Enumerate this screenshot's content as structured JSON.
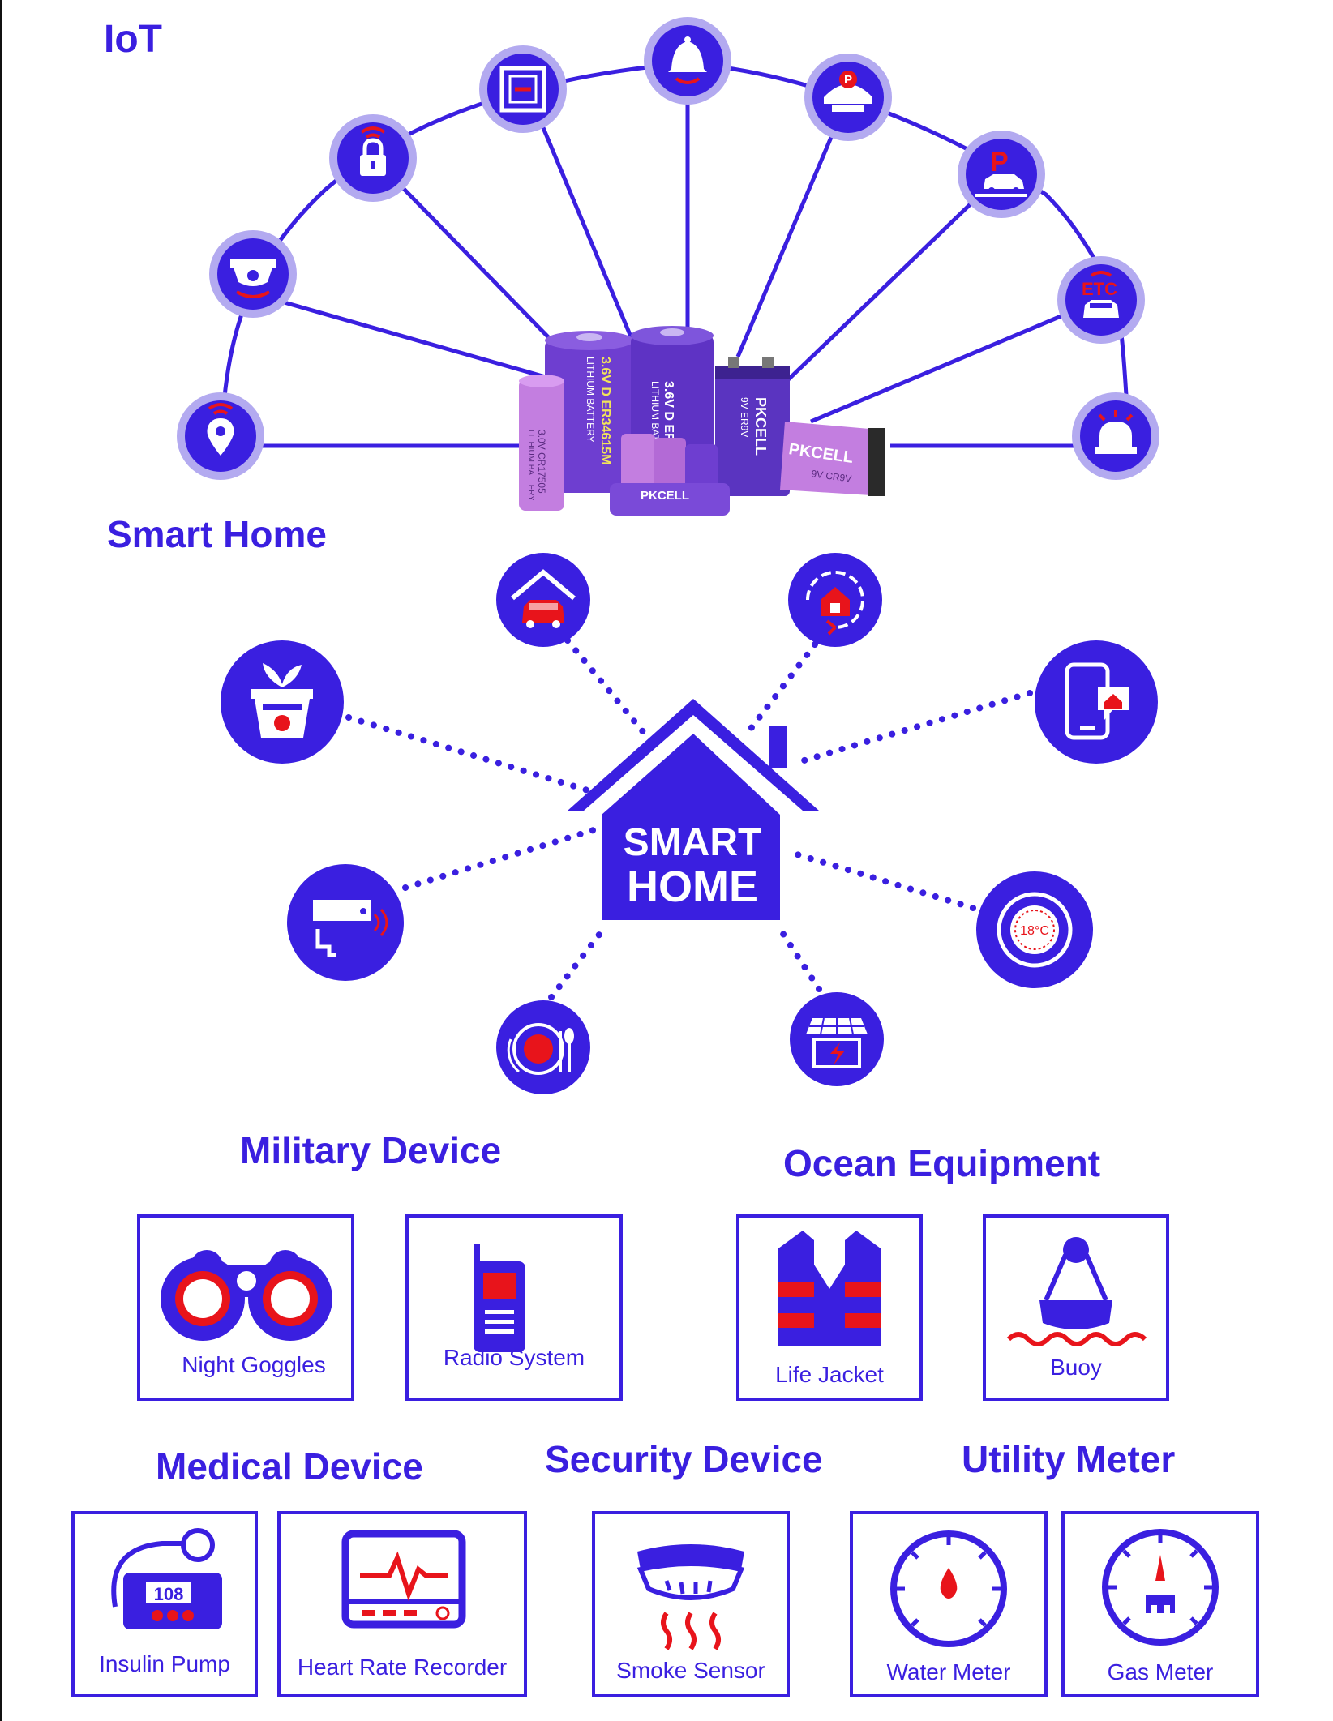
{
  "colors": {
    "primary": "#3a1fe0",
    "accent": "#e8141b",
    "ring": "#b3aaf0",
    "battery": "#7b3fd4",
    "battery_light": "#c37ee0"
  },
  "iot": {
    "title": "IoT",
    "nodes": [
      {
        "icon": "location-pin-icon"
      },
      {
        "icon": "security-camera-icon"
      },
      {
        "icon": "smart-lock-icon"
      },
      {
        "icon": "safe-box-icon"
      },
      {
        "icon": "alarm-bell-icon"
      },
      {
        "icon": "parking-barrier-icon"
      },
      {
        "icon": "parking-car-icon"
      },
      {
        "icon": "etc-car-icon"
      },
      {
        "icon": "warning-light-icon"
      }
    ],
    "batteries": {
      "cells": [
        {
          "text": "3.6V D ER34615M",
          "sub": "LITHIUM BATTERY"
        },
        {
          "text": "3.6V D ER",
          "sub": "LITHIUM BATTERY"
        },
        {
          "text": "PKCELL",
          "sub": "9V ER9V"
        },
        {
          "text": "3.0V CR17505",
          "sub": "LITHIUM BATTERY"
        },
        {
          "text": "PKCELL",
          "sub": "9V CR9V"
        }
      ],
      "bottom_label": "PKCELL"
    }
  },
  "smart_home": {
    "title": "Smart Home",
    "center_line1": "SMART",
    "center_line2": "HOME",
    "devices": [
      {
        "icon": "garage-car-icon"
      },
      {
        "icon": "home-refresh-icon"
      },
      {
        "icon": "smart-plant-pot-icon"
      },
      {
        "icon": "phone-home-icon"
      },
      {
        "icon": "air-conditioner-icon"
      },
      {
        "icon": "thermostat-icon",
        "reading": "18°C"
      },
      {
        "icon": "smart-cooking-icon"
      },
      {
        "icon": "solar-battery-icon"
      }
    ]
  },
  "sections": {
    "military": {
      "title": "Military Device",
      "items": [
        {
          "label": "Night Goggles",
          "icon": "night-goggles-icon"
        },
        {
          "label": "Radio System",
          "icon": "radio-icon"
        }
      ]
    },
    "ocean": {
      "title": "Ocean Equipment",
      "items": [
        {
          "label": "Life Jacket",
          "icon": "life-jacket-icon"
        },
        {
          "label": "Buoy",
          "icon": "buoy-icon"
        }
      ]
    },
    "medical": {
      "title": "Medical Device",
      "items": [
        {
          "label": "Insulin Pump",
          "icon": "insulin-pump-icon",
          "reading": "108"
        },
        {
          "label": "Heart Rate Recorder",
          "icon": "heart-monitor-icon"
        }
      ]
    },
    "security": {
      "title": "Security Device",
      "items": [
        {
          "label": "Smoke Sensor",
          "icon": "smoke-sensor-icon"
        }
      ]
    },
    "utility": {
      "title": "Utility Meter",
      "items": [
        {
          "label": "Water Meter",
          "icon": "water-meter-icon"
        },
        {
          "label": "Gas Meter",
          "icon": "gas-meter-icon"
        }
      ]
    }
  }
}
